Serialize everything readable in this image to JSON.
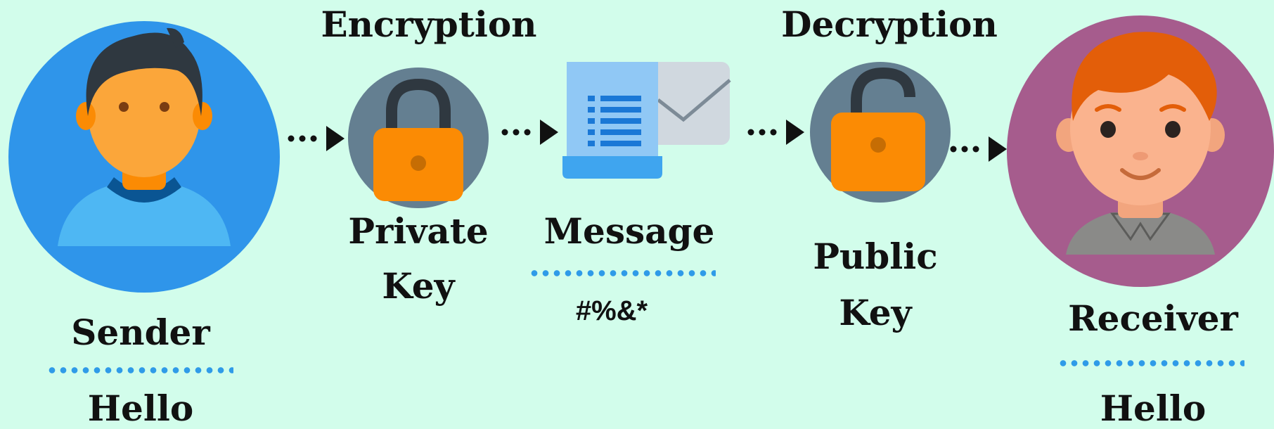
{
  "steps": {
    "encryption": "Encryption",
    "decryption": "Decryption"
  },
  "sender": {
    "name": "Sender",
    "text": "Hello"
  },
  "receiver": {
    "name": "Receiver",
    "text": "Hello"
  },
  "private_key": {
    "line1": "Private",
    "line2": "Key"
  },
  "public_key": {
    "line1": "Public",
    "line2": "Key"
  },
  "message": {
    "label": "Message",
    "cipher": "#%&*"
  },
  "colors": {
    "background": "#d2fdeb",
    "sender_circle": "#2f95ea",
    "receiver_circle": "#a65c8d",
    "lock_circle": "#647f91",
    "lock_body": "#fb8b04",
    "dots": "#2f9be8",
    "arrow": "#111111"
  },
  "icons": {
    "sender": "man-avatar-icon",
    "receiver": "woman-avatar-icon",
    "private_key": "locked-padlock-icon",
    "public_key": "unlocked-padlock-icon",
    "message": "document-envelope-icon"
  }
}
